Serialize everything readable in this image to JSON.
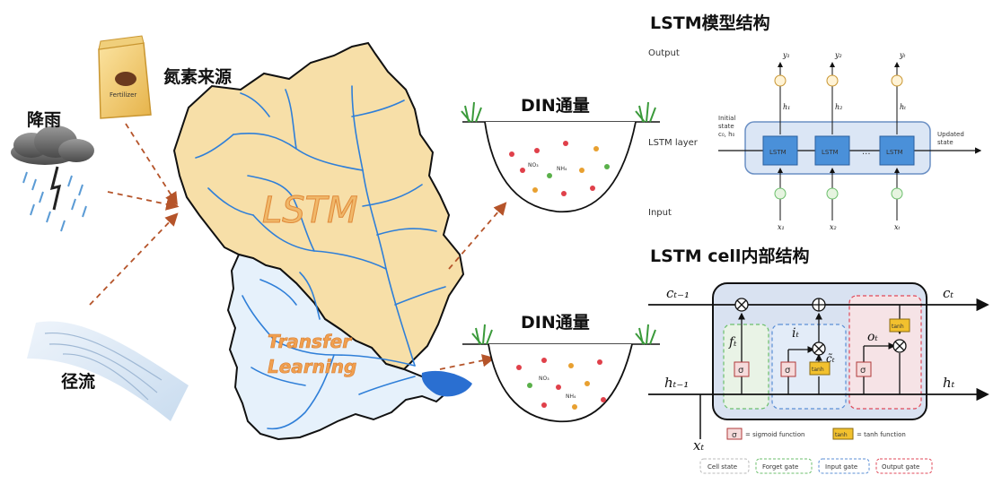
{
  "left": {
    "rain_label": "降雨",
    "nitrogen_label": "氮素来源",
    "runoff_label": "径流",
    "fertilizer_text": "Fertilizer",
    "lstm_big": "LSTM",
    "transfer_line1": "Transfer",
    "transfer_line2": "Learning"
  },
  "middle": {
    "din_top": "DIN通量",
    "din_bottom": "DIN通量",
    "no3": "NO₃",
    "nh4": "NH₄"
  },
  "lstm_model": {
    "title": "LSTM模型结构",
    "output_label": "Output",
    "layer_label": "LSTM layer",
    "input_label": "Input",
    "initial_state_1": "Initial",
    "initial_state_2": "state",
    "initial_state_3": "c₀, h₀",
    "updated_state_1": "Updated",
    "updated_state_2": "state",
    "cell_text": "LSTM",
    "dots": "...",
    "y1": "y₁",
    "y2": "y₂",
    "yt": "yₜ",
    "h1": "h₁",
    "h2": "h₂",
    "ht": "hₜ",
    "x1": "x₁",
    "x2": "x₂",
    "xt": "xₜ"
  },
  "lstm_cell": {
    "title": "LSTM cell内部结构",
    "c_prev": "cₜ₋₁",
    "c_t": "cₜ",
    "h_prev": "hₜ₋₁",
    "h_t": "hₜ",
    "x_t": "xₜ",
    "f_t": "fₜ",
    "i_t": "iₜ",
    "c_tilde": "c̃ₜ",
    "o_t": "oₜ",
    "sigma": "σ",
    "tanh": "tanh",
    "legend_sigmoid": "= sigmoid function",
    "legend_tanh": "= tanh function",
    "legend_cell_state": "Cell state",
    "legend_forget": "Forget gate",
    "legend_input": "Input gate",
    "legend_output": "Output gate"
  },
  "colors": {
    "basin_fill": "#f7dfa8",
    "transfer_fill": "#e6f1fb",
    "river": "#2f7fd8",
    "arrow": "#b5542a",
    "lstm_box": "#4a90d9",
    "tanh_box": "#f2c12e",
    "cell_bg": "#d9e2f1",
    "forget": "#6cbf6c",
    "input": "#5b8fd6",
    "output": "#e04a5a"
  }
}
